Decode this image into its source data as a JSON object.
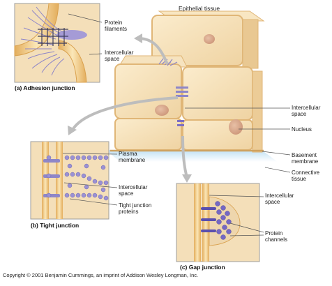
{
  "diagram": {
    "title": "Epithelial tissue",
    "labels": {
      "protein_filaments": [
        "Protein",
        "filaments"
      ],
      "intercellular_space_a": [
        "Intercellular",
        "space"
      ],
      "intercellular_space_main": [
        "Intercellular",
        "space"
      ],
      "nucleus": "Nucleus",
      "basement_membrane": [
        "Basement",
        "membrane"
      ],
      "connective_tissue": [
        "Connective",
        "tissue"
      ],
      "plasma_membrane": [
        "Plasma",
        "membrane"
      ],
      "intercellular_space_b": [
        "Intercellular",
        "space"
      ],
      "tight_junction_proteins": [
        "Tight junction",
        "proteins"
      ],
      "intercellular_space_c": [
        "Intercellular",
        "space"
      ],
      "protein_channels": [
        "Protein",
        "channels"
      ]
    },
    "captions": {
      "adhesion": "(a) Adhesion junction",
      "tight": "(b) Tight junction",
      "gap": "(c) Gap junction"
    },
    "copyright": "Copyright © 2001 Benjamin Cummings, an imprint of Addison Wesley Longman, Inc."
  },
  "colors": {
    "cell_fill": "#f4dfb9",
    "cell_edge": "#e0b677",
    "membrane": "#d9a14e",
    "protein": "#8e86c8",
    "arrow": "#bdbdbd",
    "connective": "#cfe6f5",
    "nucleus": "#d9a98c"
  }
}
